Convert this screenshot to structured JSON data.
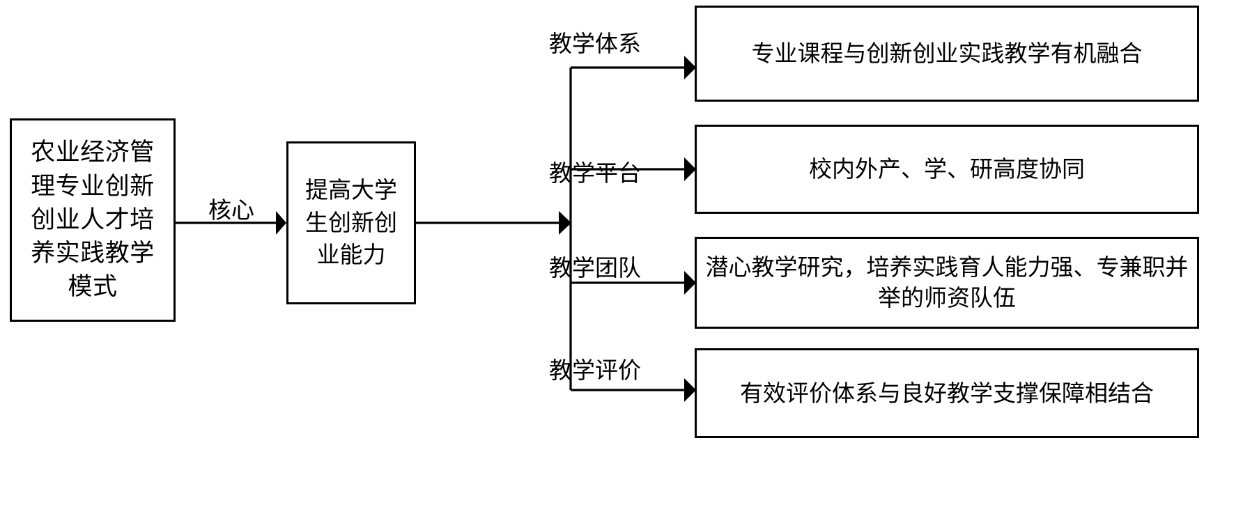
{
  "diagram": {
    "title_text": "农业经济管理专业创新创业人才培养实践教学模式",
    "type": "flowchart",
    "orientation": "left-to-right",
    "line_color": "#000000",
    "background_color": "#ffffff",
    "text_color": "#000000"
  },
  "nodes": {
    "root": {
      "id": "root",
      "label": "农业经济管理专业创新创业人才培养实践教学模式",
      "shape": "rectangle"
    },
    "core": {
      "id": "core",
      "label": "提高大学生创新创业能力",
      "shape": "rectangle"
    },
    "outcomes": [
      {
        "id": "teaching-system",
        "edge_label": "教学体系",
        "label": "专业课程与创新创业实践教学有机融合"
      },
      {
        "id": "teaching-platform",
        "edge_label": "教学平台",
        "label": "校内外产、学、研高度协同"
      },
      {
        "id": "teaching-team",
        "edge_label": "教学团队",
        "label": "潜心教学研究，培养实践育人能力强、专兼职并举的师资队伍"
      },
      {
        "id": "teaching-evaluation",
        "edge_label": "教学评价",
        "label": "有效评价体系与良好教学支撑保障相结合"
      }
    ]
  },
  "edges": {
    "root_to_core": {
      "label": "核心",
      "from": "root",
      "to": "core",
      "arrow": "single"
    },
    "core_to_branches": {
      "label": "",
      "from": "core",
      "to": "branch-trunk",
      "arrow": "single"
    }
  }
}
